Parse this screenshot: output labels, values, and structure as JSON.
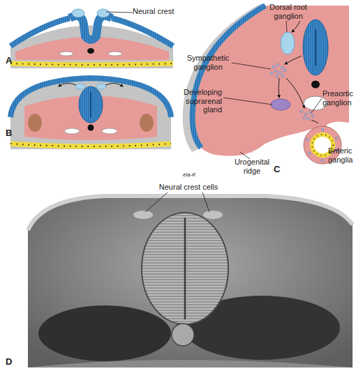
{
  "diagram": {
    "labels": [
      "Neural crest",
      "A",
      "B",
      "Dorsal root ganglion",
      "Sympathetic ganglion",
      "Developing suprarenal gland",
      "Preaortic ganglion",
      "Enteric ganglia",
      "Urogenital ridge",
      "C",
      "ela-K",
      "Neural crest cells",
      "D"
    ]
  }
}
